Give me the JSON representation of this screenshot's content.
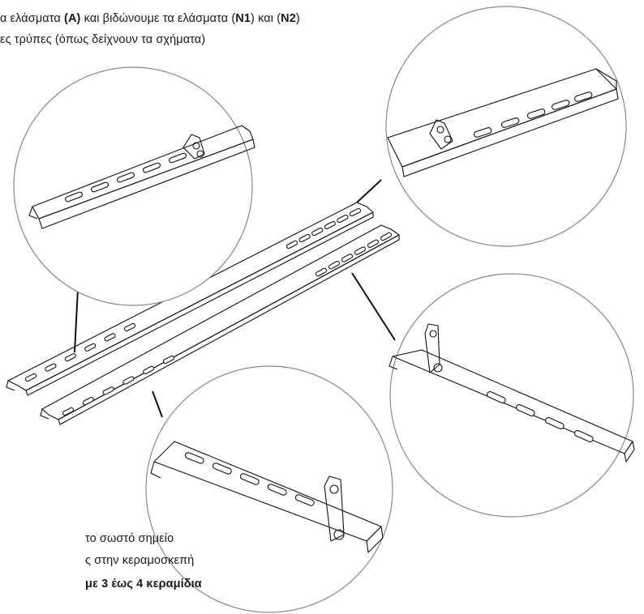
{
  "instructions": {
    "line1": {
      "p1": "α ελάσματα ",
      "b1": "(A)",
      "p2": " και βιδώνουμε τα ελάσματα (",
      "b2": "N1",
      "p3": ") και (",
      "b3": "N2",
      "p4": ")"
    },
    "line2": "ες τρύπες (όπως δείχνουν τα σχήματα)",
    "note1": "το σωστό σημείο",
    "note2": "ς στην κεραμοσκεπή",
    "note3": "με 3 έως 4 κεραμίδια",
    "note4": "..."
  },
  "colors": {
    "line": "#111111",
    "circle_outline": "#888888",
    "background": "#ffffff"
  }
}
